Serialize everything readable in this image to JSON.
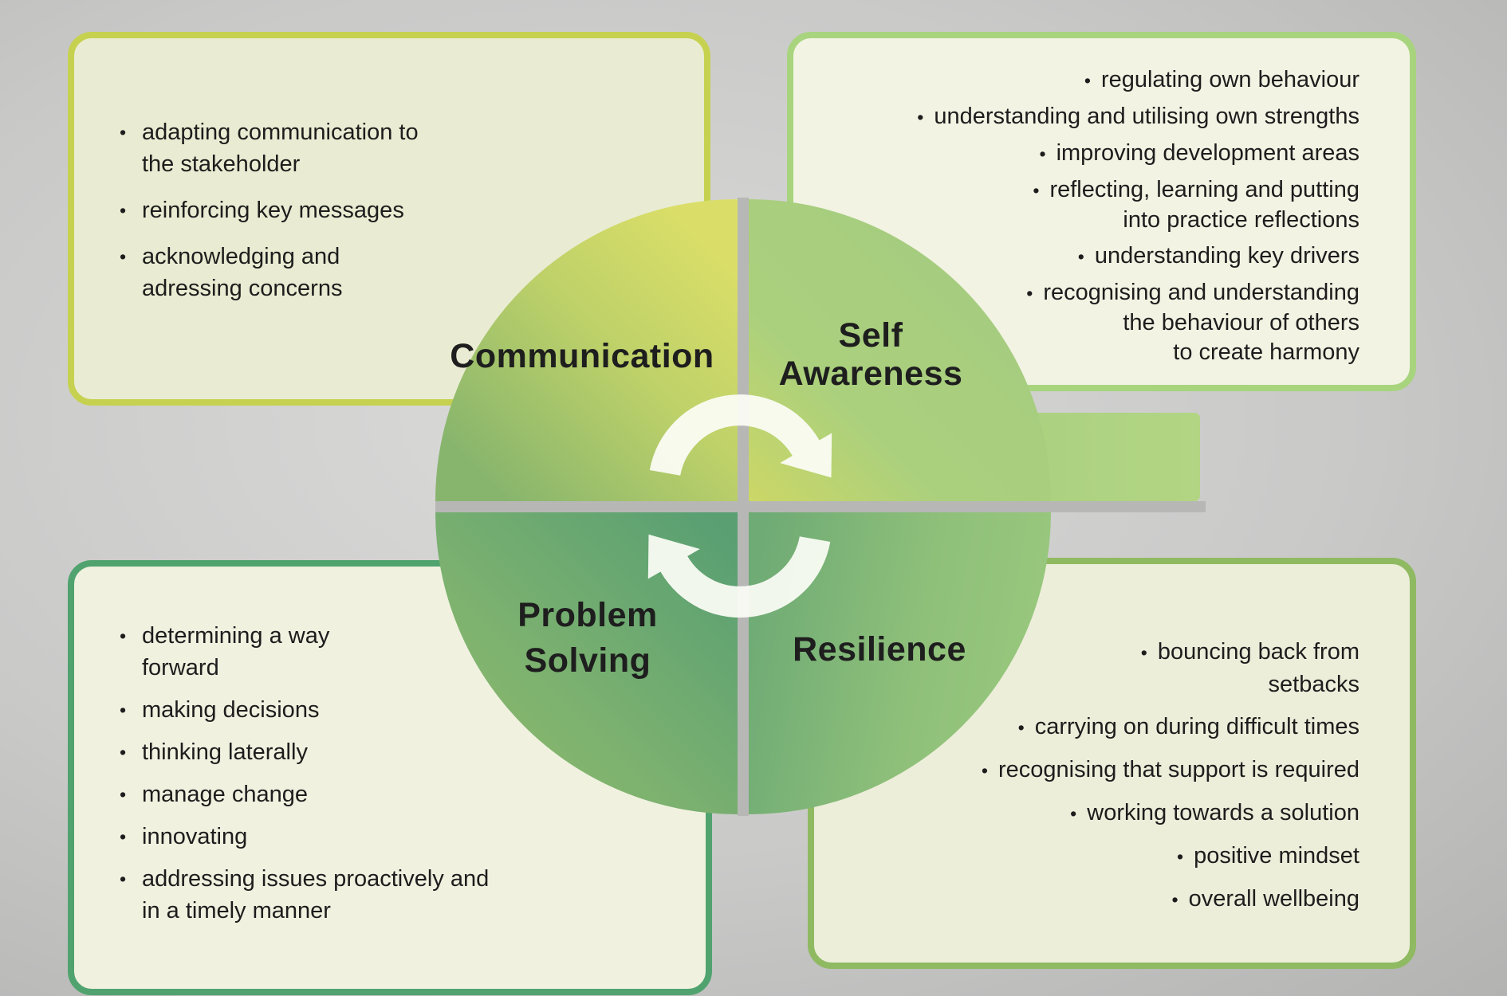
{
  "diagram": {
    "type": "four-quadrant-cycle",
    "quadrants": [
      {
        "id": "communication",
        "label": "Communication"
      },
      {
        "id": "self-awareness",
        "label": "Self\nAwareness"
      },
      {
        "id": "problem-solving",
        "label": "Problem\nSolving"
      },
      {
        "id": "resilience",
        "label": "Resilience"
      }
    ],
    "cycle_icon": "clockwise-cycle-arrows"
  },
  "boxes": {
    "communication": {
      "items": [
        "adapting communication to\nthe stakeholder",
        "reinforcing key messages",
        "acknowledging and\nadressing concerns"
      ]
    },
    "self_awareness": {
      "items": [
        "regulating own behaviour",
        "understanding and utilising own strengths",
        "improving development areas",
        "reflecting, learning and putting\ninto practice reflections",
        "understanding key drivers",
        "recognising and understanding\nthe behaviour of others\nto create harmony"
      ]
    },
    "problem_solving": {
      "items": [
        "determining a way\nforward",
        "making decisions",
        "thinking laterally",
        "manage change",
        "innovating",
        "addressing issues proactively and\nin a timely manner"
      ]
    },
    "resilience": {
      "items": [
        "bouncing back from\nsetbacks",
        "carrying on during difficult times",
        "recognising that support is required",
        "working towards a solution",
        "positive mindset",
        "overall wellbeing"
      ]
    }
  },
  "colors": {
    "background_gray": "#c2c2c1",
    "divider_gray": "#b7b7b6",
    "box_fill_cream": "#eef0dc",
    "box_border_communication": "#c6d14f",
    "box_border_self_awareness": "#a8d47e",
    "box_border_problem_solving": "#50a36e",
    "box_border_resilience": "#8fba62",
    "quadrant_communication": [
      "#dade68",
      "#88b56d"
    ],
    "quadrant_self_awareness": [
      "#ccd766",
      "#a6cd7f"
    ],
    "quadrant_problem_solving": [
      "#93bd6b",
      "#599f72"
    ],
    "quadrant_resilience": [
      "#6fab75",
      "#9bca7e"
    ],
    "arrow_white": "#fbfcf5",
    "text_dark": "#1d1d1d"
  }
}
